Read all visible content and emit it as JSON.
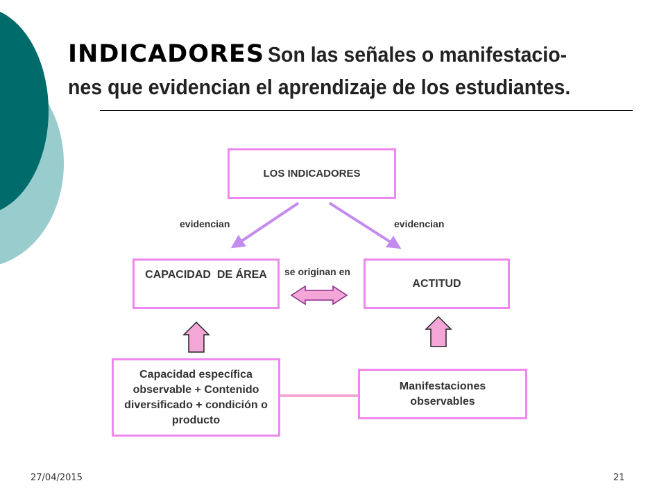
{
  "slide": {
    "title_keyword": "INDICADORES",
    "title_line1_rest": "Son las señales o manifestacio-",
    "title_line2": "nes que evidencian el aprendizaje de los estudiantes."
  },
  "diagram": {
    "top_box": "LOS INDICADORES",
    "left_edge_label": "evidencian",
    "right_edge_label": "evidencian",
    "left_box": "CAPACIDAD  DE ÁREA",
    "middle_label": "se originan en",
    "right_box": "ACTITUD",
    "bottom_left_box": "Capacidad específica observable + Contenido diversificado + condición o producto",
    "bottom_right_box": "Manifestaciones observables"
  },
  "footer": {
    "date": "27/04/2015",
    "page_number": "21"
  },
  "colors": {
    "teal_dark": "#006b6b",
    "teal_light": "#99cccc",
    "box_border": "#ee88ee",
    "arrow_violet": "#c38bef",
    "block_arrow_fill": "#f4a6d7"
  }
}
